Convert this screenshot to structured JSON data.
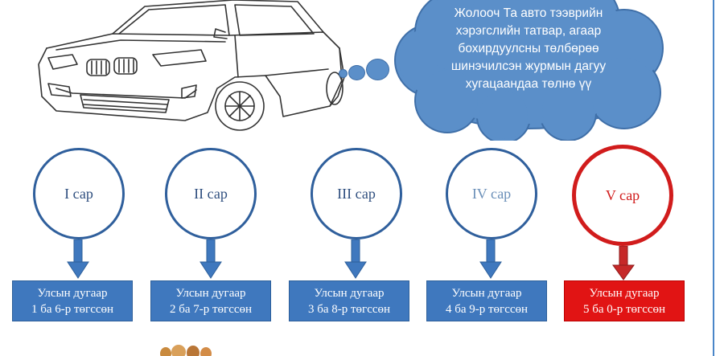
{
  "speech_bubble": {
    "text": "Жолооч Та авто тээврийн хэрэгслийн татвар, агаар бохирдуулсны төлбөрөө шинэчилсэн журмын дагуу хугацаандаа төлнө үү"
  },
  "months": [
    {
      "label": "I сар",
      "line1": "Улсын дугаар",
      "line2": "1 ба 6-р төгссөн"
    },
    {
      "label": "II сар",
      "line1": "Улсын дугаар",
      "line2": "2 ба 7-р төгссөн"
    },
    {
      "label": "III сар",
      "line1": "Улсын дугаар",
      "line2": "3 ба 8-р төгссөн"
    },
    {
      "label": "IV сар",
      "line1": "Улсын дугаар",
      "line2": "4 ба 9-р төгссөн"
    },
    {
      "label": "V сар",
      "line1": "Улсын дугаар",
      "line2": "5 ба 0-р төгссөн"
    }
  ],
  "colors": {
    "blue": "#3f78be",
    "dark_blue": "#2f5f9c",
    "red": "#e11414",
    "cloud": "#5b8fc9"
  }
}
